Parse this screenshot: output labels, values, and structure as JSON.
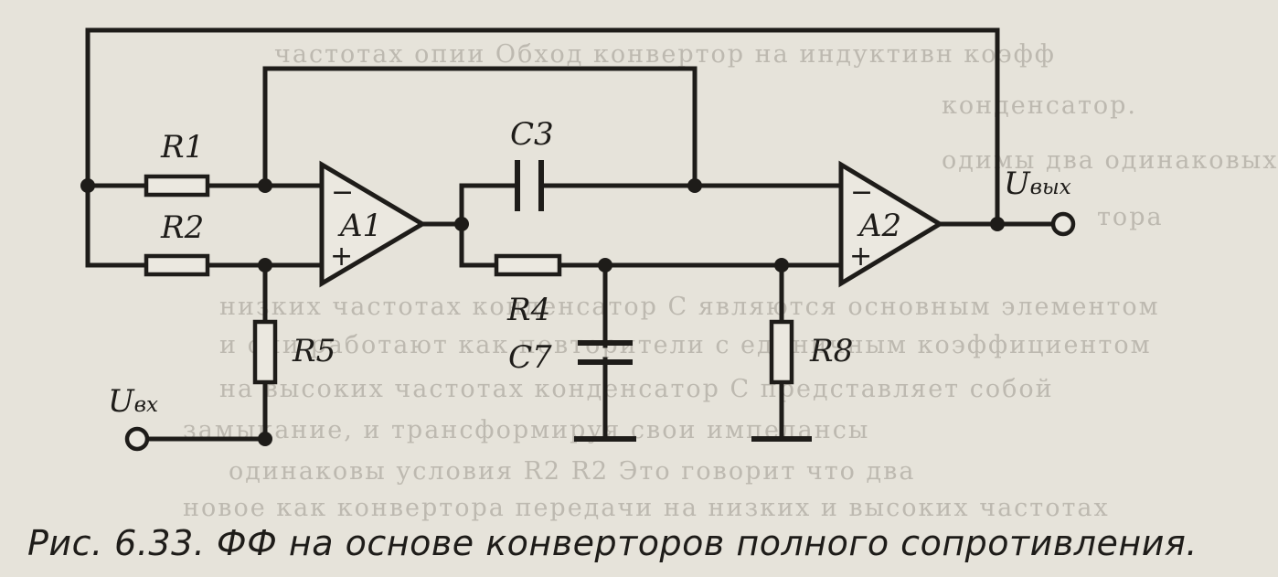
{
  "labels": {
    "r1": "R1",
    "r2": "R2",
    "r4": "R4",
    "r5": "R5",
    "r8": "R8",
    "c3": "C3",
    "c7": "C7",
    "a1": "A1",
    "a2": "A2",
    "uin_main": "U",
    "uin_sub": "вх",
    "uout_main": "U",
    "uout_sub": "вых",
    "minus": "−",
    "plus": "+"
  },
  "caption": "Рис. 6.33. ФФ на основе конверторов полного сопротивления.",
  "background_text": [
    "частотах опии    Обход конвертор на индуктивн коэфф",
    "конденсатор.",
    "одимы два одинаковых",
    "тора",
    "низких частотах конденсатор С являются основным элементом",
    "и они работают как повторители с единичным коэффициентом",
    "на высоких частотах конденсатор С представляет собой",
    "замыкание, и трансформируя свои импедансы",
    "одинаковы условия  R2  R2  Это говорит что два",
    "новое как конвертора передачи на низких и высоких частотах"
  ]
}
